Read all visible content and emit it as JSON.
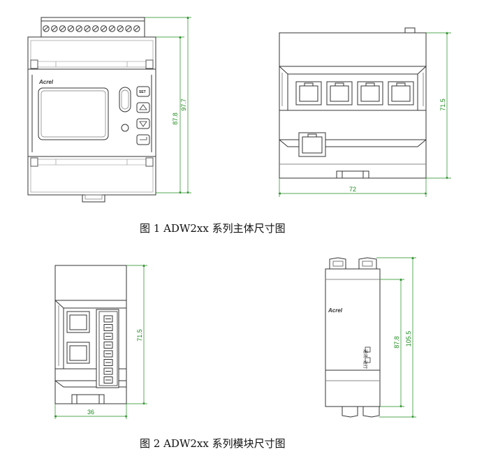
{
  "figures": [
    {
      "caption": "图 1   ADW2xx 系列主体尺寸图",
      "front_view": {
        "brand": "Acrel",
        "button_labels": [
          "SET",
          "",
          "",
          ""
        ],
        "dim_height_inner": "87.8",
        "dim_height_outer": "97.7"
      },
      "side_view": {
        "dim_width": "72",
        "dim_height": "71.5"
      }
    },
    {
      "caption": "图 2 ADW2xx 系列模块尺寸图",
      "top_view": {
        "dim_width": "36",
        "dim_height": "71.5"
      },
      "side_view": {
        "brand": "Acrel",
        "indicator_labels": [
          "通讯",
          "运行"
        ],
        "dim_height_inner": "87.8",
        "dim_height_outer": "105.5"
      }
    }
  ],
  "colors": {
    "outline": "#333333",
    "dimension": "#1a8a1a"
  }
}
